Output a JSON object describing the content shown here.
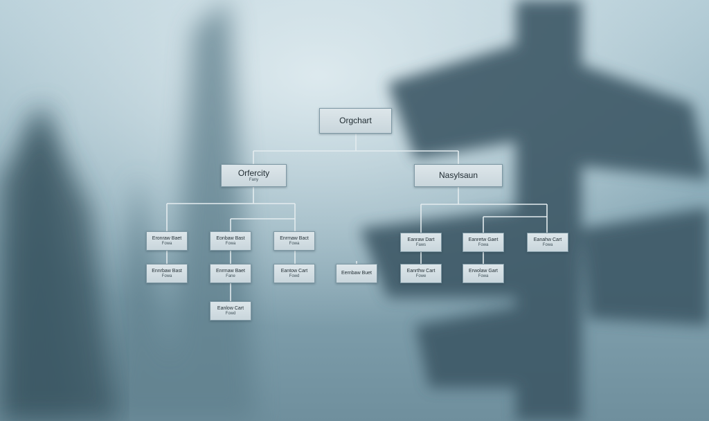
{
  "colors": {
    "connector": "#e4ecef",
    "box_fill": "#d3dee3",
    "box_border": "#7e98a4",
    "text": "#1e2a30"
  },
  "orgchart": {
    "root": {
      "title": "Orgchart"
    },
    "branches": [
      {
        "title": "Orfercity",
        "subtitle": "Fany",
        "children": [
          {
            "title": "Eronraw Baet",
            "subtitle": "Fowa"
          },
          {
            "title": "Ennrbaw Bast",
            "subtitle": "Fowa"
          },
          {
            "title": "Eonbaw Bast",
            "subtitle": "Fowa"
          },
          {
            "title": "Enrmaw Baet",
            "subtitle": "Fane"
          },
          {
            "title": "Eanlow Cart",
            "subtitle": "Fowd"
          },
          {
            "title": "Enrmaw Bact",
            "subtitle": "Fowa"
          },
          {
            "title": "Eantow Cart",
            "subtitle": "Fowd"
          }
        ]
      },
      {
        "title": "Nasylsaun",
        "subtitle": "",
        "children": [
          {
            "title": "Eernbaw Buet"
          },
          {
            "title": "Eanraw Dart",
            "subtitle": "Faws"
          },
          {
            "title": "Eanrthw Cart",
            "subtitle": "Fowe"
          },
          {
            "title": "Eanretw Gaet",
            "subtitle": "Fowa"
          },
          {
            "title": "Erwolaw Gart",
            "subtitle": "Fowa"
          },
          {
            "title": "Eanahw Cart",
            "subtitle": "Fowa"
          }
        ]
      }
    ]
  }
}
